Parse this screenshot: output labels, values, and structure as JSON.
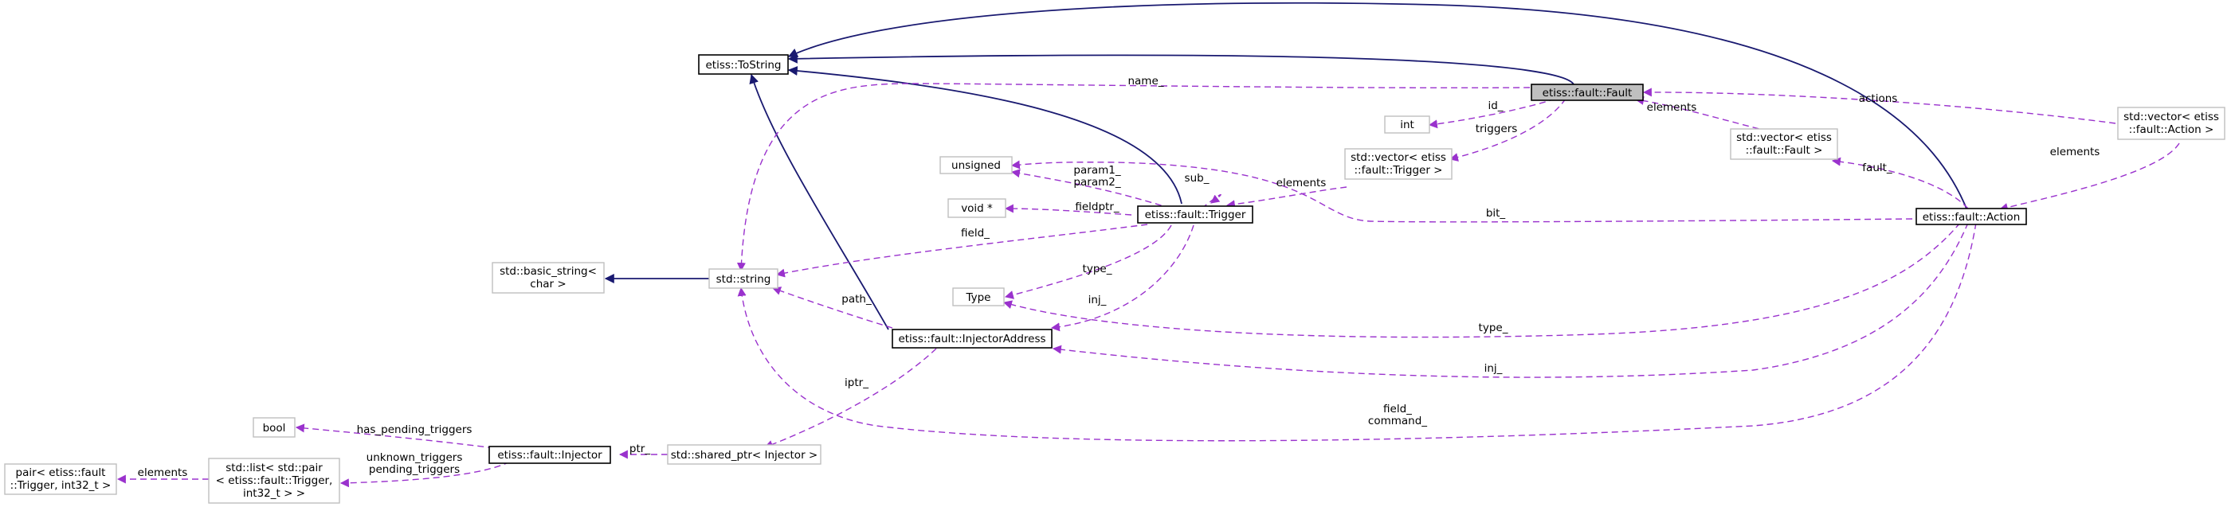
{
  "colors": {
    "inheritance_edge": "#191970",
    "usage_edge": "#9a32cd",
    "focus_fill": "#bfbfbf",
    "grey_border": "#bfbfbf"
  },
  "nodes": {
    "fault": "etiss::fault::Fault",
    "tostring": "etiss::ToString",
    "int": "int",
    "vector_trigger_1": "std::vector< etiss",
    "vector_trigger_2": "::fault::Trigger >",
    "vector_fault_1": "std::vector< etiss",
    "vector_fault_2": "::fault::Fault >",
    "vector_action_1": "std::vector< etiss",
    "vector_action_2": "::fault::Action >",
    "unsigned": "unsigned",
    "voidptr": "void *",
    "trigger": "etiss::fault::Trigger",
    "action": "etiss::fault::Action",
    "basic_string_1": "std::basic_string<",
    "basic_string_2": "char >",
    "string": "std::string",
    "type": "Type",
    "injector_address": "etiss::fault::InjectorAddress",
    "bool": "bool",
    "injector": "etiss::fault::Injector",
    "shared_ptr": "std::shared_ptr< Injector >",
    "list_1": "std::list< std::pair",
    "list_2": "< etiss::fault::Trigger,",
    "list_3": "int32_t > >",
    "pair_1": "pair< etiss::fault",
    "pair_2": "::Trigger, int32_t >"
  },
  "edge_labels": {
    "name": "name_",
    "actions": "actions",
    "id": "id_",
    "triggers": "triggers",
    "elements_fault": "elements",
    "elements_action": "elements",
    "elements_trigger": "elements",
    "sub": "sub_",
    "param1": "param1_",
    "param2": "param2_",
    "fieldptr": "fieldptr_",
    "field": "field_",
    "fault": "fault_",
    "bit": "bit_",
    "type_trigger": "type_",
    "inj_trigger": "inj_",
    "path": "path_",
    "type_action": "type_",
    "inj_action": "inj_",
    "iptr": "iptr_",
    "field_command_1": "field_",
    "field_command_2": "command_",
    "has_pending": "has_pending_triggers",
    "ptr": "ptr_",
    "unknown_1": "unknown_triggers",
    "unknown_2": "pending_triggers",
    "elements_pair": "elements"
  }
}
